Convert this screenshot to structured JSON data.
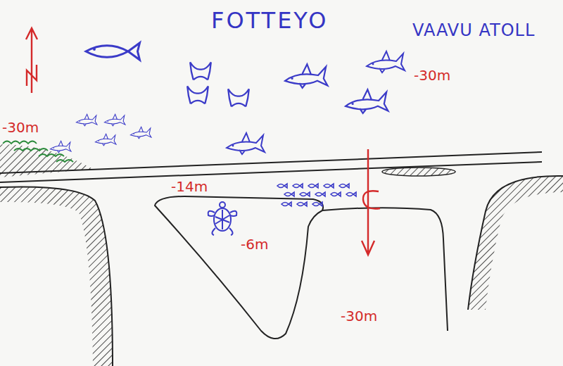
{
  "diagram": {
    "title": "FOTTEYO",
    "labels": [
      "VAAVU ATOLL",
      "-30m",
      "-30m",
      "-14m",
      "-6m",
      "-30m"
    ]
  }
}
